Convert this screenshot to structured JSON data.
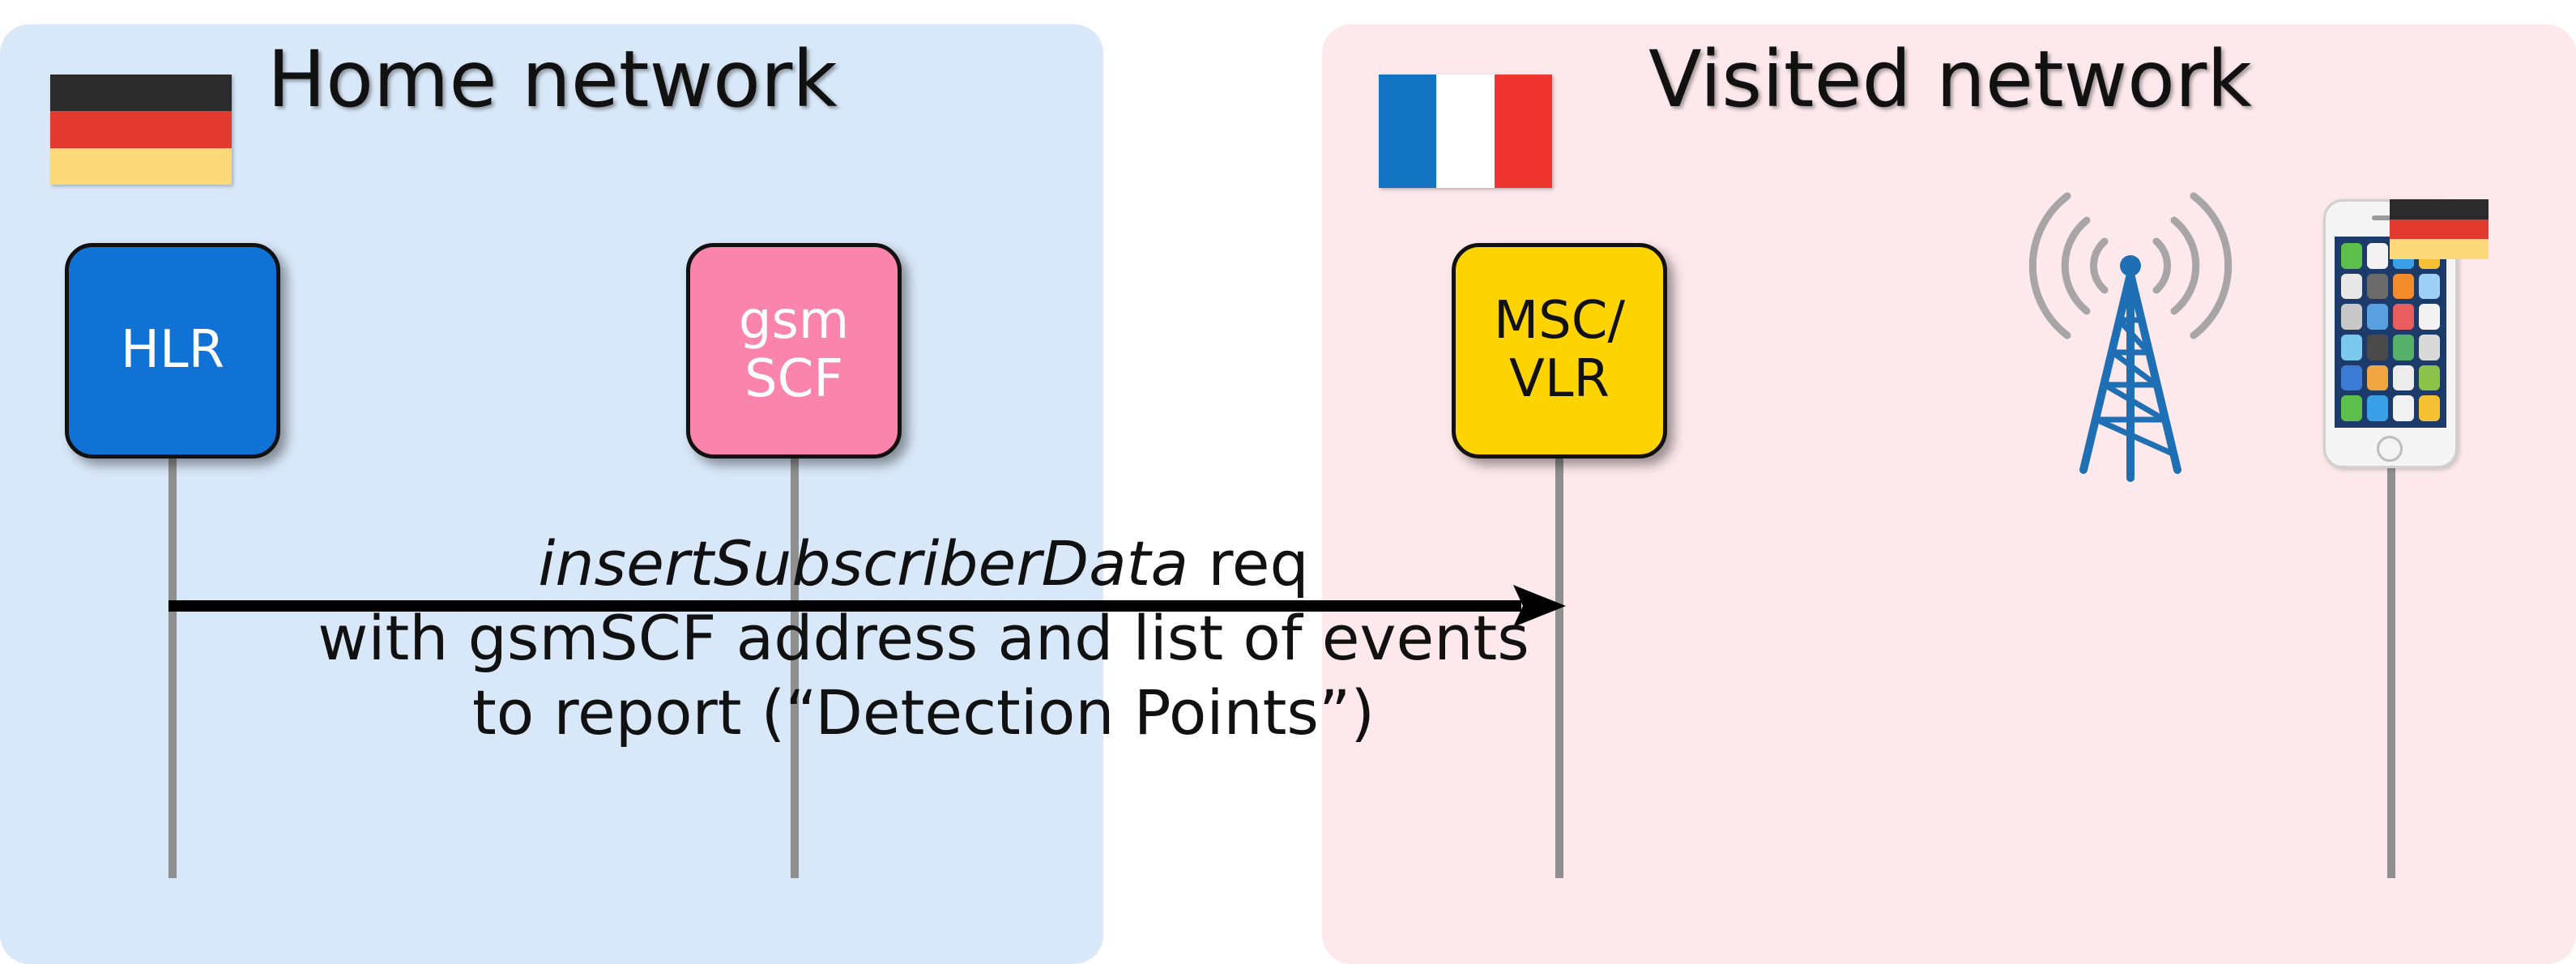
{
  "regions": {
    "home": {
      "title": "Home network",
      "color": "#d9e8f9",
      "flag": "germany-flag"
    },
    "visited": {
      "title": "Visited network",
      "color": "#fde9ec",
      "flag": "france-flag"
    }
  },
  "nodes": {
    "hlr": {
      "label": "HLR",
      "color": "#1172d6"
    },
    "gsmscf": {
      "label": "gsm\nSCF",
      "color": "#fb84ad"
    },
    "msc": {
      "label": "MSC/\nVLR",
      "color": "#fdd400"
    }
  },
  "icons": {
    "tower": "cell-tower-icon",
    "phone": "mobile-phone-icon",
    "phone_flag": "germany-flag"
  },
  "message": {
    "operation": "insertSubscriberData",
    "operation_suffix": " req",
    "line2": "with gsmSCF address and list of events",
    "line3": "to report (“Detection Points”)"
  }
}
